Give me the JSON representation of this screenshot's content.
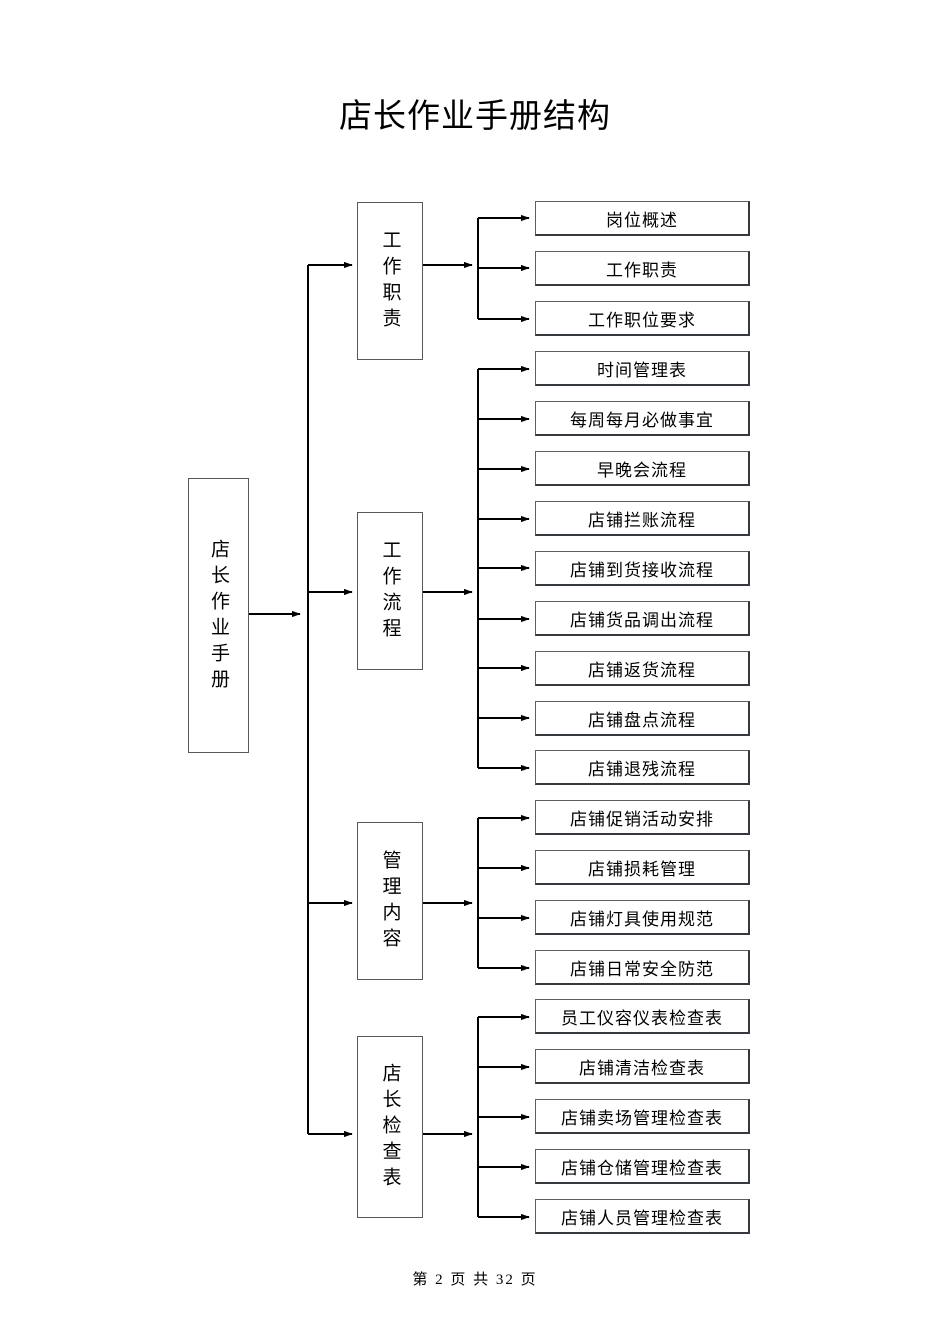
{
  "document": {
    "title": "店长作业手册结构",
    "footer": "第 2 页 共 32 页"
  },
  "diagram": {
    "type": "tree",
    "orientation": "left-to-right",
    "root": {
      "label": "店长作业手册",
      "orientation": "vertical"
    },
    "branches": [
      {
        "label": "工作职责",
        "orientation": "vertical",
        "children": [
          "岗位概述",
          "工作职责",
          "工作职位要求"
        ]
      },
      {
        "label": "工作流程",
        "orientation": "vertical",
        "children": [
          "时间管理表",
          "每周每月必做事宜",
          "早晚会流程",
          "店铺拦账流程",
          "店铺到货接收流程",
          "店铺货品调出流程",
          "店铺返货流程",
          "店铺盘点流程",
          "店铺退残流程"
        ]
      },
      {
        "label": "管理内容",
        "orientation": "vertical",
        "children": [
          "店铺促销活动安排",
          "店铺损耗管理",
          "店铺灯具使用规范",
          "店铺日常安全防范"
        ]
      },
      {
        "label": "店长检查表",
        "orientation": "vertical",
        "children": [
          "员工仪容仪表检查表",
          "店铺清洁检查表",
          "店铺卖场管理检查表",
          "店铺仓储管理检查表",
          "店铺人员管理检查表"
        ]
      }
    ],
    "colors": {
      "box_border": "#555a5e",
      "box_shadow_border": "#35393d",
      "line": "#000000",
      "background": "#ffffff"
    }
  }
}
